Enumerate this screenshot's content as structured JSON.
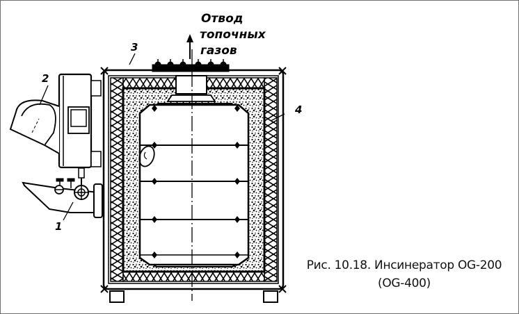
{
  "figure": {
    "caption_line1": "Рис. 10.18. Инсинератор OG-200",
    "caption_line2": "(OG-400)",
    "flue_label_line1": "Отвод",
    "flue_label_line2": "топочных",
    "flue_label_line3": "газов",
    "callouts": [
      {
        "number": "1"
      },
      {
        "number": "2"
      },
      {
        "number": "3"
      },
      {
        "number": "4"
      }
    ],
    "colors": {
      "ink": "#000000",
      "background": "#ffffff",
      "frame_border": "#6e6e6e"
    }
  }
}
